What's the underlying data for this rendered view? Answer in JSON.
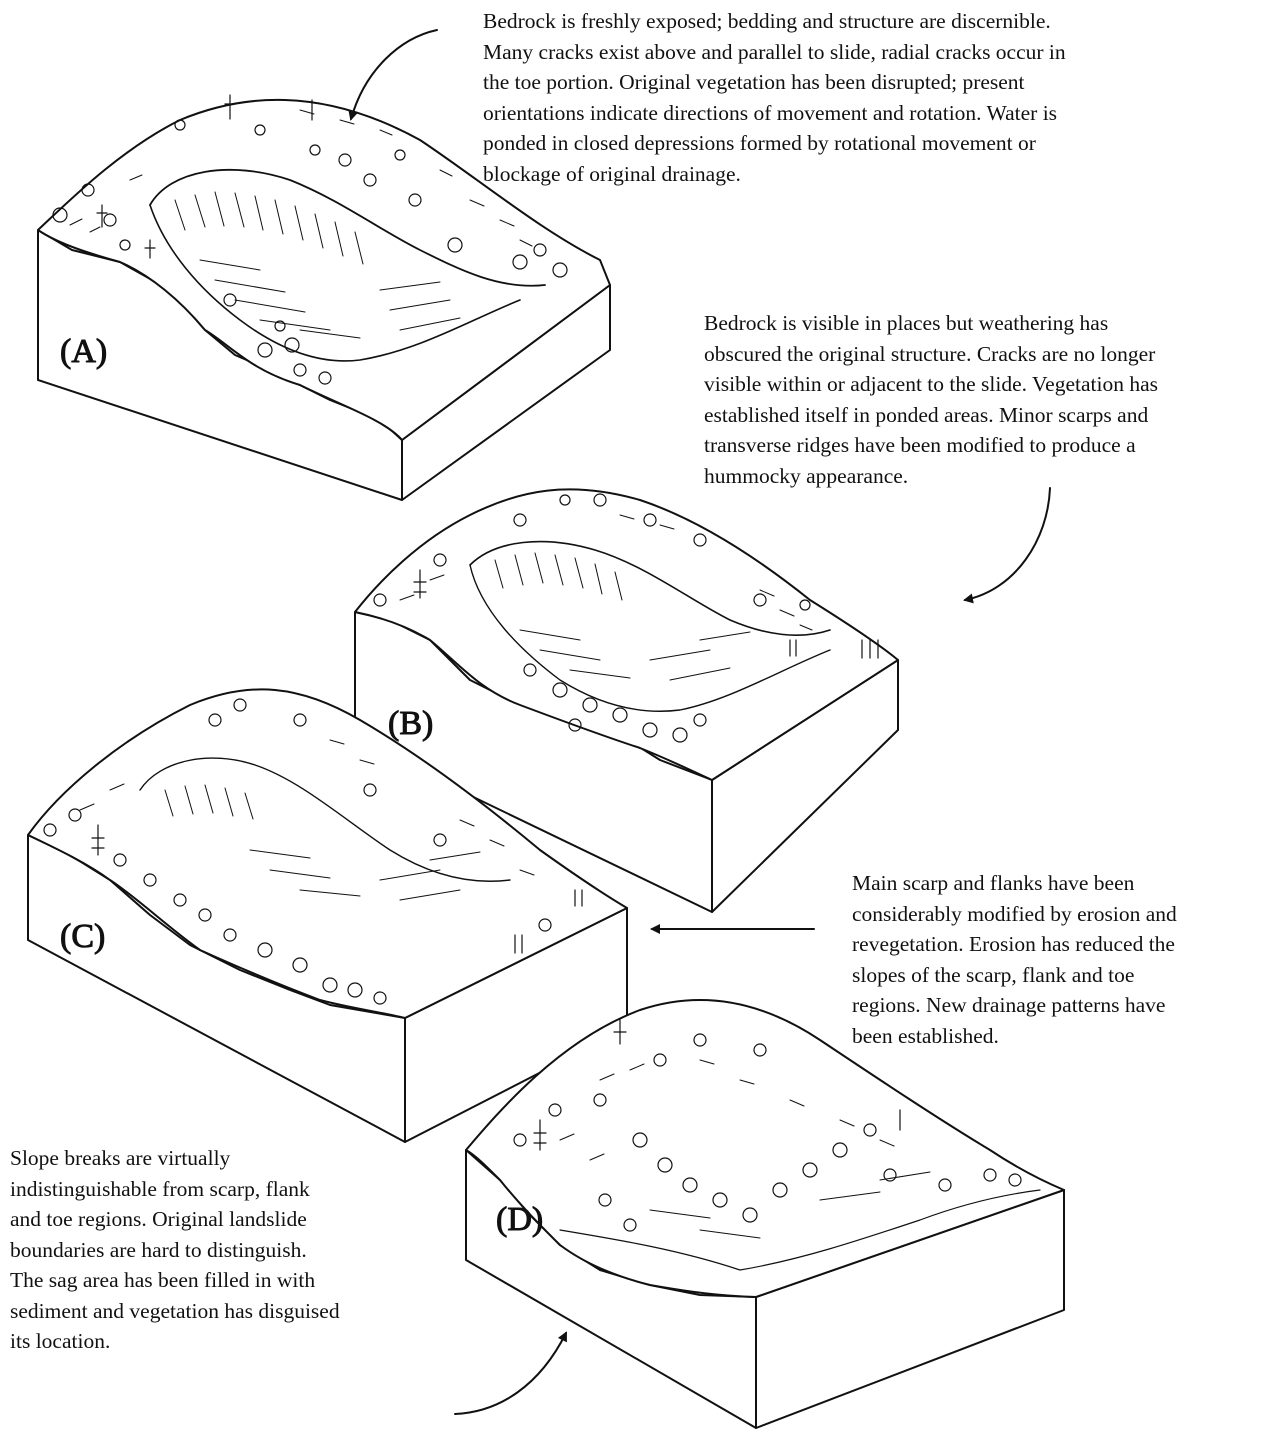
{
  "figure": {
    "colors": {
      "ink": "#111111",
      "paper": "#ffffff",
      "side_face": "#ffffff"
    },
    "stages": [
      {
        "label": "(A)",
        "caption": "Bedrock is freshly exposed; bedding and structure are discernible.\nMany cracks exist above and parallel to slide, radial cracks occur in\nthe toe portion.  Original vegetation has been disrupted; present\norientations indicate directions of movement and rotation.  Water is\nponded in closed depressions formed by rotational movement or\nblockage of original drainage."
      },
      {
        "label": "(B)",
        "caption": "Bedrock is visible in places but weathering has\nobscured the original structure.  Cracks are no longer\nvisible within or adjacent to the slide.  Vegetation has\nestablished itself in ponded areas.  Minor scarps and\ntransverse ridges have been modified to produce a\nhummocky appearance."
      },
      {
        "label": "(C)",
        "caption": "Main scarp and flanks have been\nconsiderably modified by erosion and\nrevegetation.  Erosion has reduced the\nslopes of the scarp, flank and toe\nregions.  New drainage patterns have\nbeen established."
      },
      {
        "label": "(D)",
        "caption": "Slope breaks are virtually\nindistinguishable from scarp, flank\nand toe regions.  Original landslide\nboundaries are hard to distinguish.\nThe sag area has been filled in with\nsediment and vegetation has disguised\nits location."
      }
    ]
  }
}
